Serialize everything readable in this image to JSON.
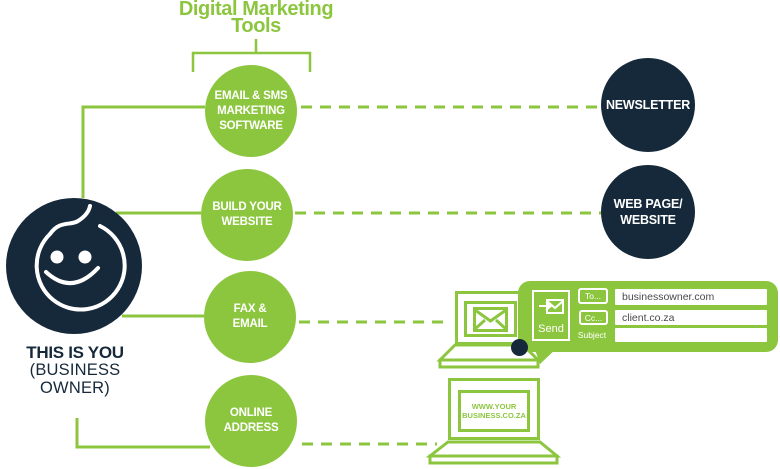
{
  "colors": {
    "green": "#8CC63F",
    "navy": "#16293A",
    "white": "#FFFFFF",
    "input_text": "#4A4A4A"
  },
  "title": {
    "line1": "Digital Marketing",
    "line2": "Tools"
  },
  "you": {
    "icon": "smiley-face-icon",
    "name_line": "THIS IS YOU",
    "role_line1": "(BUSINESS",
    "role_line2": "OWNER)"
  },
  "tools": [
    {
      "id": "email-sms-marketing-software",
      "lines": [
        "EMAIL & SMS",
        "MARKETING",
        "SOFTWARE"
      ]
    },
    {
      "id": "build-your-website",
      "lines": [
        "BUILD YOUR",
        "WEBSITE"
      ]
    },
    {
      "id": "fax-email",
      "lines": [
        "FAX &",
        "EMAIL"
      ]
    },
    {
      "id": "online-address",
      "lines": [
        "ONLINE",
        "ADDRESS"
      ]
    }
  ],
  "outputs": [
    {
      "id": "newsletter",
      "lines": [
        "NEWSLETTER"
      ]
    },
    {
      "id": "web-page-website",
      "lines": [
        "WEB PAGE/",
        "WEBSITE"
      ]
    }
  ],
  "email_client": {
    "send_icon": "send-envelope-icon",
    "send_label": "Send",
    "to_label": "To...",
    "to_value": "businessowner.com",
    "cc_label": "Cc...",
    "cc_value": "client.co.za",
    "subject_label": "Subject",
    "subject_value": ""
  },
  "fax_laptop": {
    "icon": "envelope-icon"
  },
  "web_laptop": {
    "url_line1": "WWW.YOUR",
    "url_line2": "BUSINESS.CO.ZA"
  }
}
